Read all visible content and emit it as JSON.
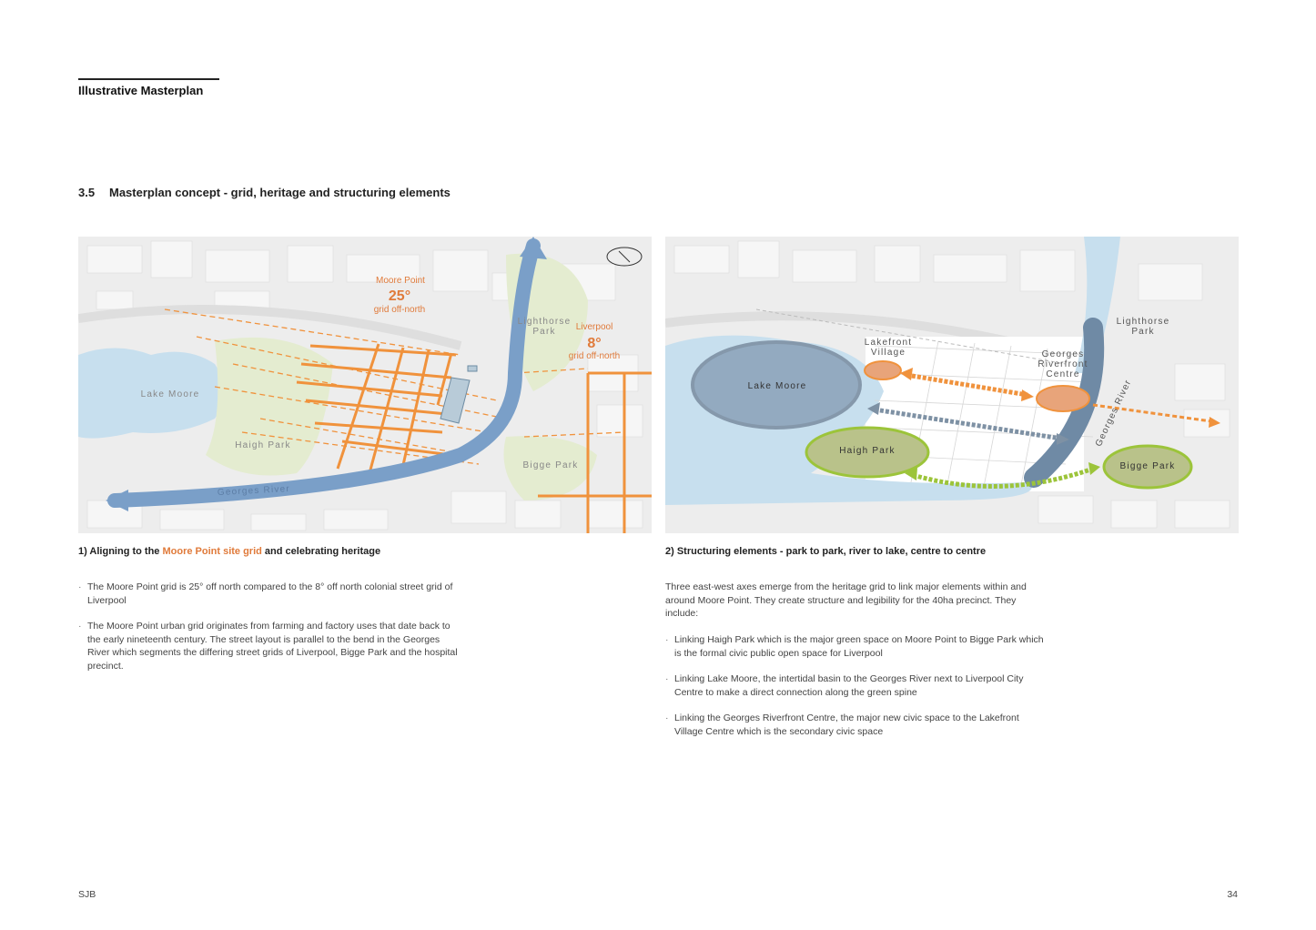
{
  "page": {
    "title": "Illustrative Masterplan",
    "section_number": "3.5",
    "section_title": "Masterplan concept - grid, heritage and structuring elements"
  },
  "map1": {
    "labels": {
      "moore_point": "Moore Point",
      "angle_25": "25°",
      "grid_off_north_1": "grid off-north",
      "liverpool": "Liverpool",
      "angle_8": "8°",
      "grid_off_north_2": "grid off-north",
      "lighthorse": "Lighthorse",
      "park": "Park",
      "lake_moore": "Lake Moore",
      "haigh_park": "Haigh Park",
      "bigge_park": "Bigge Park",
      "georges_river": "Georges River"
    },
    "caption_prefix": "1) Aligning to the ",
    "caption_highlight": "Moore Point site grid",
    "caption_suffix": " and celebrating heritage",
    "bullets": [
      "The Moore Point grid is 25° off north compared to the 8° off north colonial street grid of Liverpool",
      "The Moore Point urban grid originates from farming and factory uses that date back to the early nineteenth century. The street layout is parallel to the bend in the Georges River which segments the differing street grids of Liverpool, Bigge Park and the hospital precinct."
    ]
  },
  "map2": {
    "labels": {
      "lakefront": "Lakefront",
      "village": "Village",
      "georges": "Georges",
      "riverfront": "Riverfront",
      "centre": "Centre",
      "lighthorse": "Lighthorse",
      "park": "Park",
      "lake_moore": "Lake Moore",
      "haigh_park": "Haigh Park",
      "bigge_park": "Bigge Park",
      "georges_river": "Georges River"
    },
    "caption": "2) Structuring elements - park to park, river to lake, centre to centre",
    "intro": "Three east-west axes emerge from the heritage grid to link major elements within and around Moore Point. They create structure and legibility for the 40ha precinct. They include:",
    "bullets": [
      "Linking Haigh Park which is the major green space on Moore Point to Bigge Park which is the formal civic public open space for Liverpool",
      "Linking Lake Moore, the intertidal basin to the Georges River next to Liverpool City Centre to make a direct connection along the green spine",
      "Linking the Georges Riverfront Centre, the major new civic space to the Lakefront Village Centre which is the secondary civic space"
    ]
  },
  "footer": {
    "left": "SJB",
    "right": "34"
  },
  "colors": {
    "orange": "#f0923c",
    "river_blue": "#7a9fc8",
    "green_outline": "#9cc43a",
    "park_fill": "#b9c28a",
    "lake": "#c7dfee"
  }
}
